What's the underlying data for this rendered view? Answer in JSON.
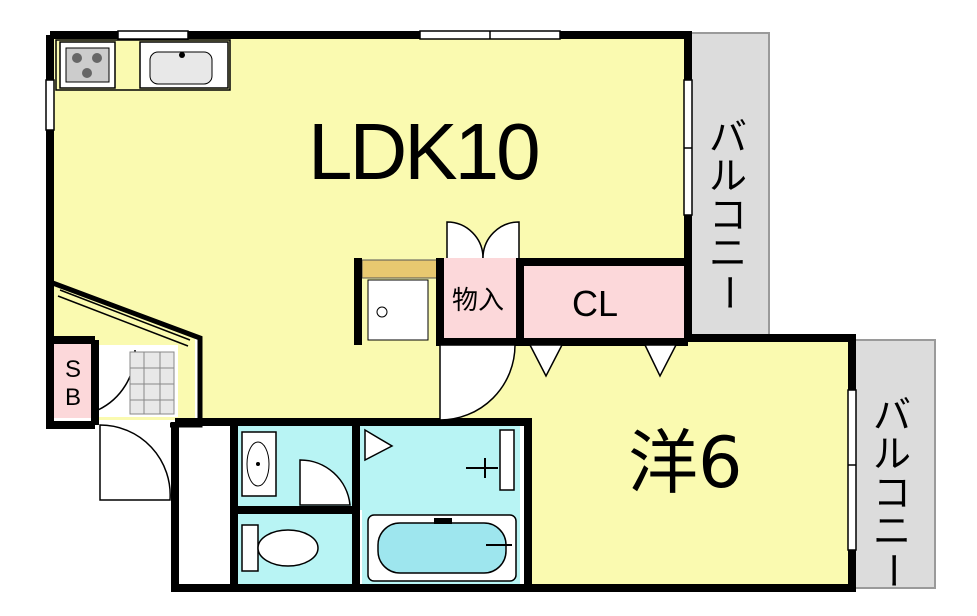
{
  "rooms": {
    "ldk": "LDK10",
    "western": "洋6",
    "closet": "CL",
    "storage": "物入",
    "shoe_box": "SB"
  },
  "balconies": [
    {
      "label": "バルコニー"
    },
    {
      "label": "バルコニー"
    }
  ],
  "colors": {
    "room_yellow": "#fafab0",
    "wet_area_cyan": "#b8f4f4",
    "closet_pink": "#fcd8da",
    "balcony_gray": "#dcdcdc",
    "shelf_tan": "#e8c870",
    "wall": "#000000"
  },
  "icons": [
    "stove-icon",
    "sink-icon",
    "bathtub-icon",
    "toilet-icon",
    "washbasin-icon",
    "washing-machine-pan-icon",
    "door-swing-icon"
  ]
}
